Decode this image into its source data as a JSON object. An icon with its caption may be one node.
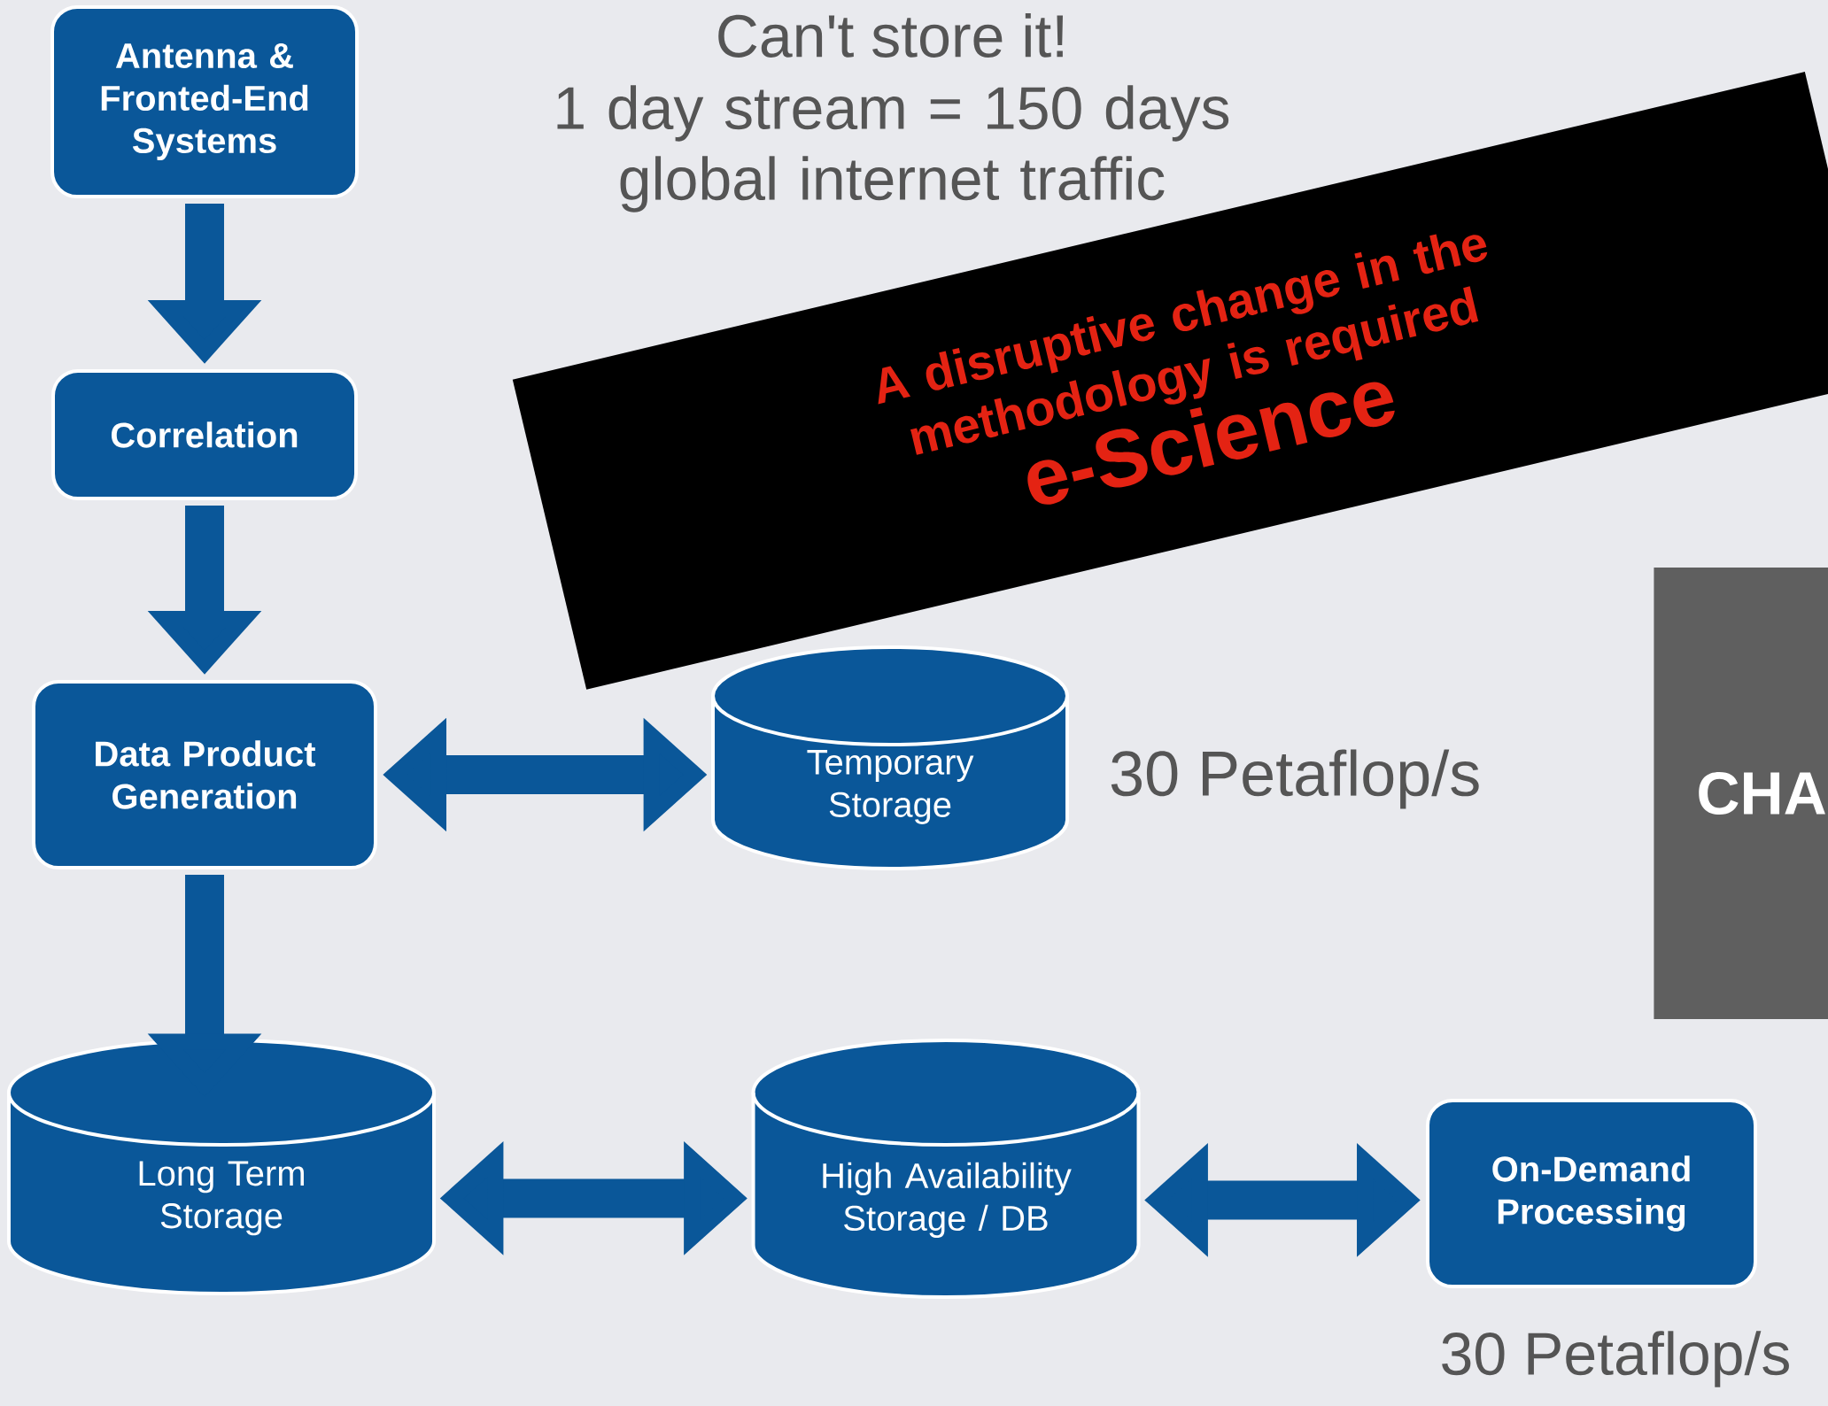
{
  "diagram": {
    "nodes": [
      {
        "text": [
          "Antenna & Fronted-End Systems"
        ]
      },
      {
        "text": [
          "Correlation"
        ]
      },
      {
        "text": [
          "Data Product Generation"
        ]
      },
      {
        "text": [
          "Long Term Storage"
        ]
      },
      {
        "text": [
          "High Availability Storage / DB"
        ]
      },
      {
        "text": [
          "On-Demand Processing"
        ],
        "beside": [
          "30 Petaflop/s"
        ]
      },
      {
        "text": [
          "Temporary Storage"
        ],
        "beside": [
          "30 Petaflop/s"
        ]
      },
      {
        "text": [
          "A disruptive change in the methodology is required",
          "e-Science"
        ]
      },
      {
        "text": [
          "CHA"
        ]
      }
    ],
    "edges": [
      {
        "from": 0,
        "to": 1,
        "arrow": "to"
      },
      {
        "from": 1,
        "to": 2,
        "arrow": "to"
      },
      {
        "from": 2,
        "to": 3,
        "arrow": "to"
      },
      {
        "from": 2,
        "to": 6,
        "arrow": "both"
      },
      {
        "from": 3,
        "to": 4,
        "arrow": "both"
      },
      {
        "from": 4,
        "to": 5,
        "arrow": "both"
      }
    ],
    "labels": [
      "Can't store it!",
      "1 day stream = 150 days global internet traffic"
    ]
  }
}
